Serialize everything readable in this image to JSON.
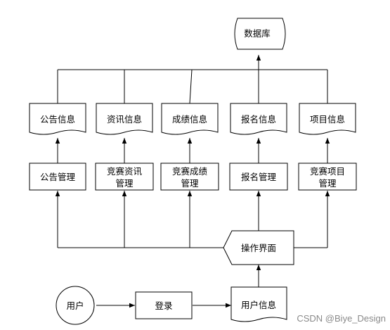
{
  "nodes": {
    "database": "数据库",
    "docs": [
      "公告信息",
      "资讯信息",
      "成绩信息",
      "报名信息",
      "项目信息"
    ],
    "mgmt": [
      [
        "公告管理"
      ],
      [
        "竞赛资讯",
        "管理"
      ],
      [
        "竞赛成绩",
        "管理"
      ],
      [
        "报名管理"
      ],
      [
        "竞赛项目",
        "管理"
      ]
    ],
    "interface": "操作界面",
    "user": "用户",
    "login": "登录",
    "user_info": "用户信息"
  },
  "watermark": "CSDN @Biye_Design"
}
